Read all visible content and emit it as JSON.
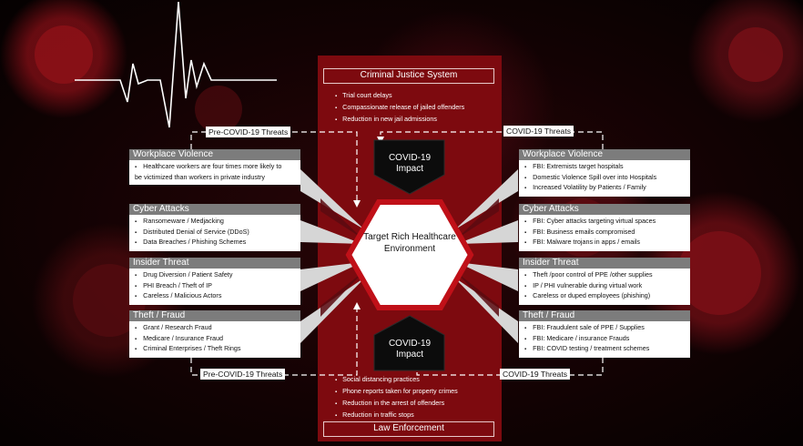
{
  "criminal_justice": {
    "title": "Criminal Justice System",
    "items": [
      "Trial court delays",
      "Compassionate release of jailed offenders",
      "Reduction in new jail admissions"
    ]
  },
  "law_enforcement": {
    "title": "Law Enforcement",
    "items": [
      "Social distancing practices",
      "Phone reports taken for property crimes",
      "Reduction in the arrest of offenders",
      "Reduction in traffic stops"
    ]
  },
  "impact": {
    "top": "COVID-19 Impact",
    "bottom": "COVID-19 Impact"
  },
  "center": "Target Rich Healthcare Environment",
  "tags": {
    "pre_top": "Pre-COVID-19 Threats",
    "pre_bottom": "Pre-COVID-19 Threats",
    "covid_top": "COVID-19 Threats",
    "covid_bottom": "COVID-19 Threats"
  },
  "left_cards": [
    {
      "title": "Workplace Violence",
      "items": [
        "Healthcare workers are four times more likely to be victimized than workers in private industry"
      ]
    },
    {
      "title": "Cyber Attacks",
      "items": [
        "Ransomeware  / Medjacking",
        "Distributed Denial of Service  (DDoS)",
        "Data Breaches  / Phishing Schemes"
      ]
    },
    {
      "title": "Insider Threat",
      "items": [
        "Drug Diversion  / Patient Safety",
        "PHI Breach  / Theft of IP",
        "Careless  / Malicious Actors"
      ]
    },
    {
      "title": "Theft / Fraud",
      "items": [
        "Grant / Research Fraud",
        "Medicare  / Insurance Fraud",
        "Criminal Enterprises  / Theft Rings"
      ]
    }
  ],
  "right_cards": [
    {
      "title": "Workplace Violence",
      "items": [
        "FBI: Extremists target hospitals",
        "Domestic Violence Spill over into Hospitals",
        "Increased Volatility by Patients  / Family"
      ]
    },
    {
      "title": "Cyber Attacks",
      "items": [
        "FBI: Cyber attacks targeting virtual spaces",
        "FBI: Business emails compromised",
        "FBI: Malware trojans in apps  / emails"
      ]
    },
    {
      "title": "Insider Threat",
      "items": [
        "Theft /poor control of PPE /other supplies",
        "IP / PHI vulnerable during virtual work",
        "Careless or duped employees   (phishing)"
      ]
    },
    {
      "title": "Theft / Fraud",
      "items": [
        "FBI: Fraudulent sale of PPE  / Supplies",
        "FBI: Medicare  / insurance Frauds",
        "FBI: COVID testing  / treatment schemes"
      ]
    }
  ],
  "colors": {
    "panel": "#7d0a0f",
    "hex_border": "#c01018",
    "card_header": "#7c7c7c",
    "ray": "#d6d6d6"
  }
}
